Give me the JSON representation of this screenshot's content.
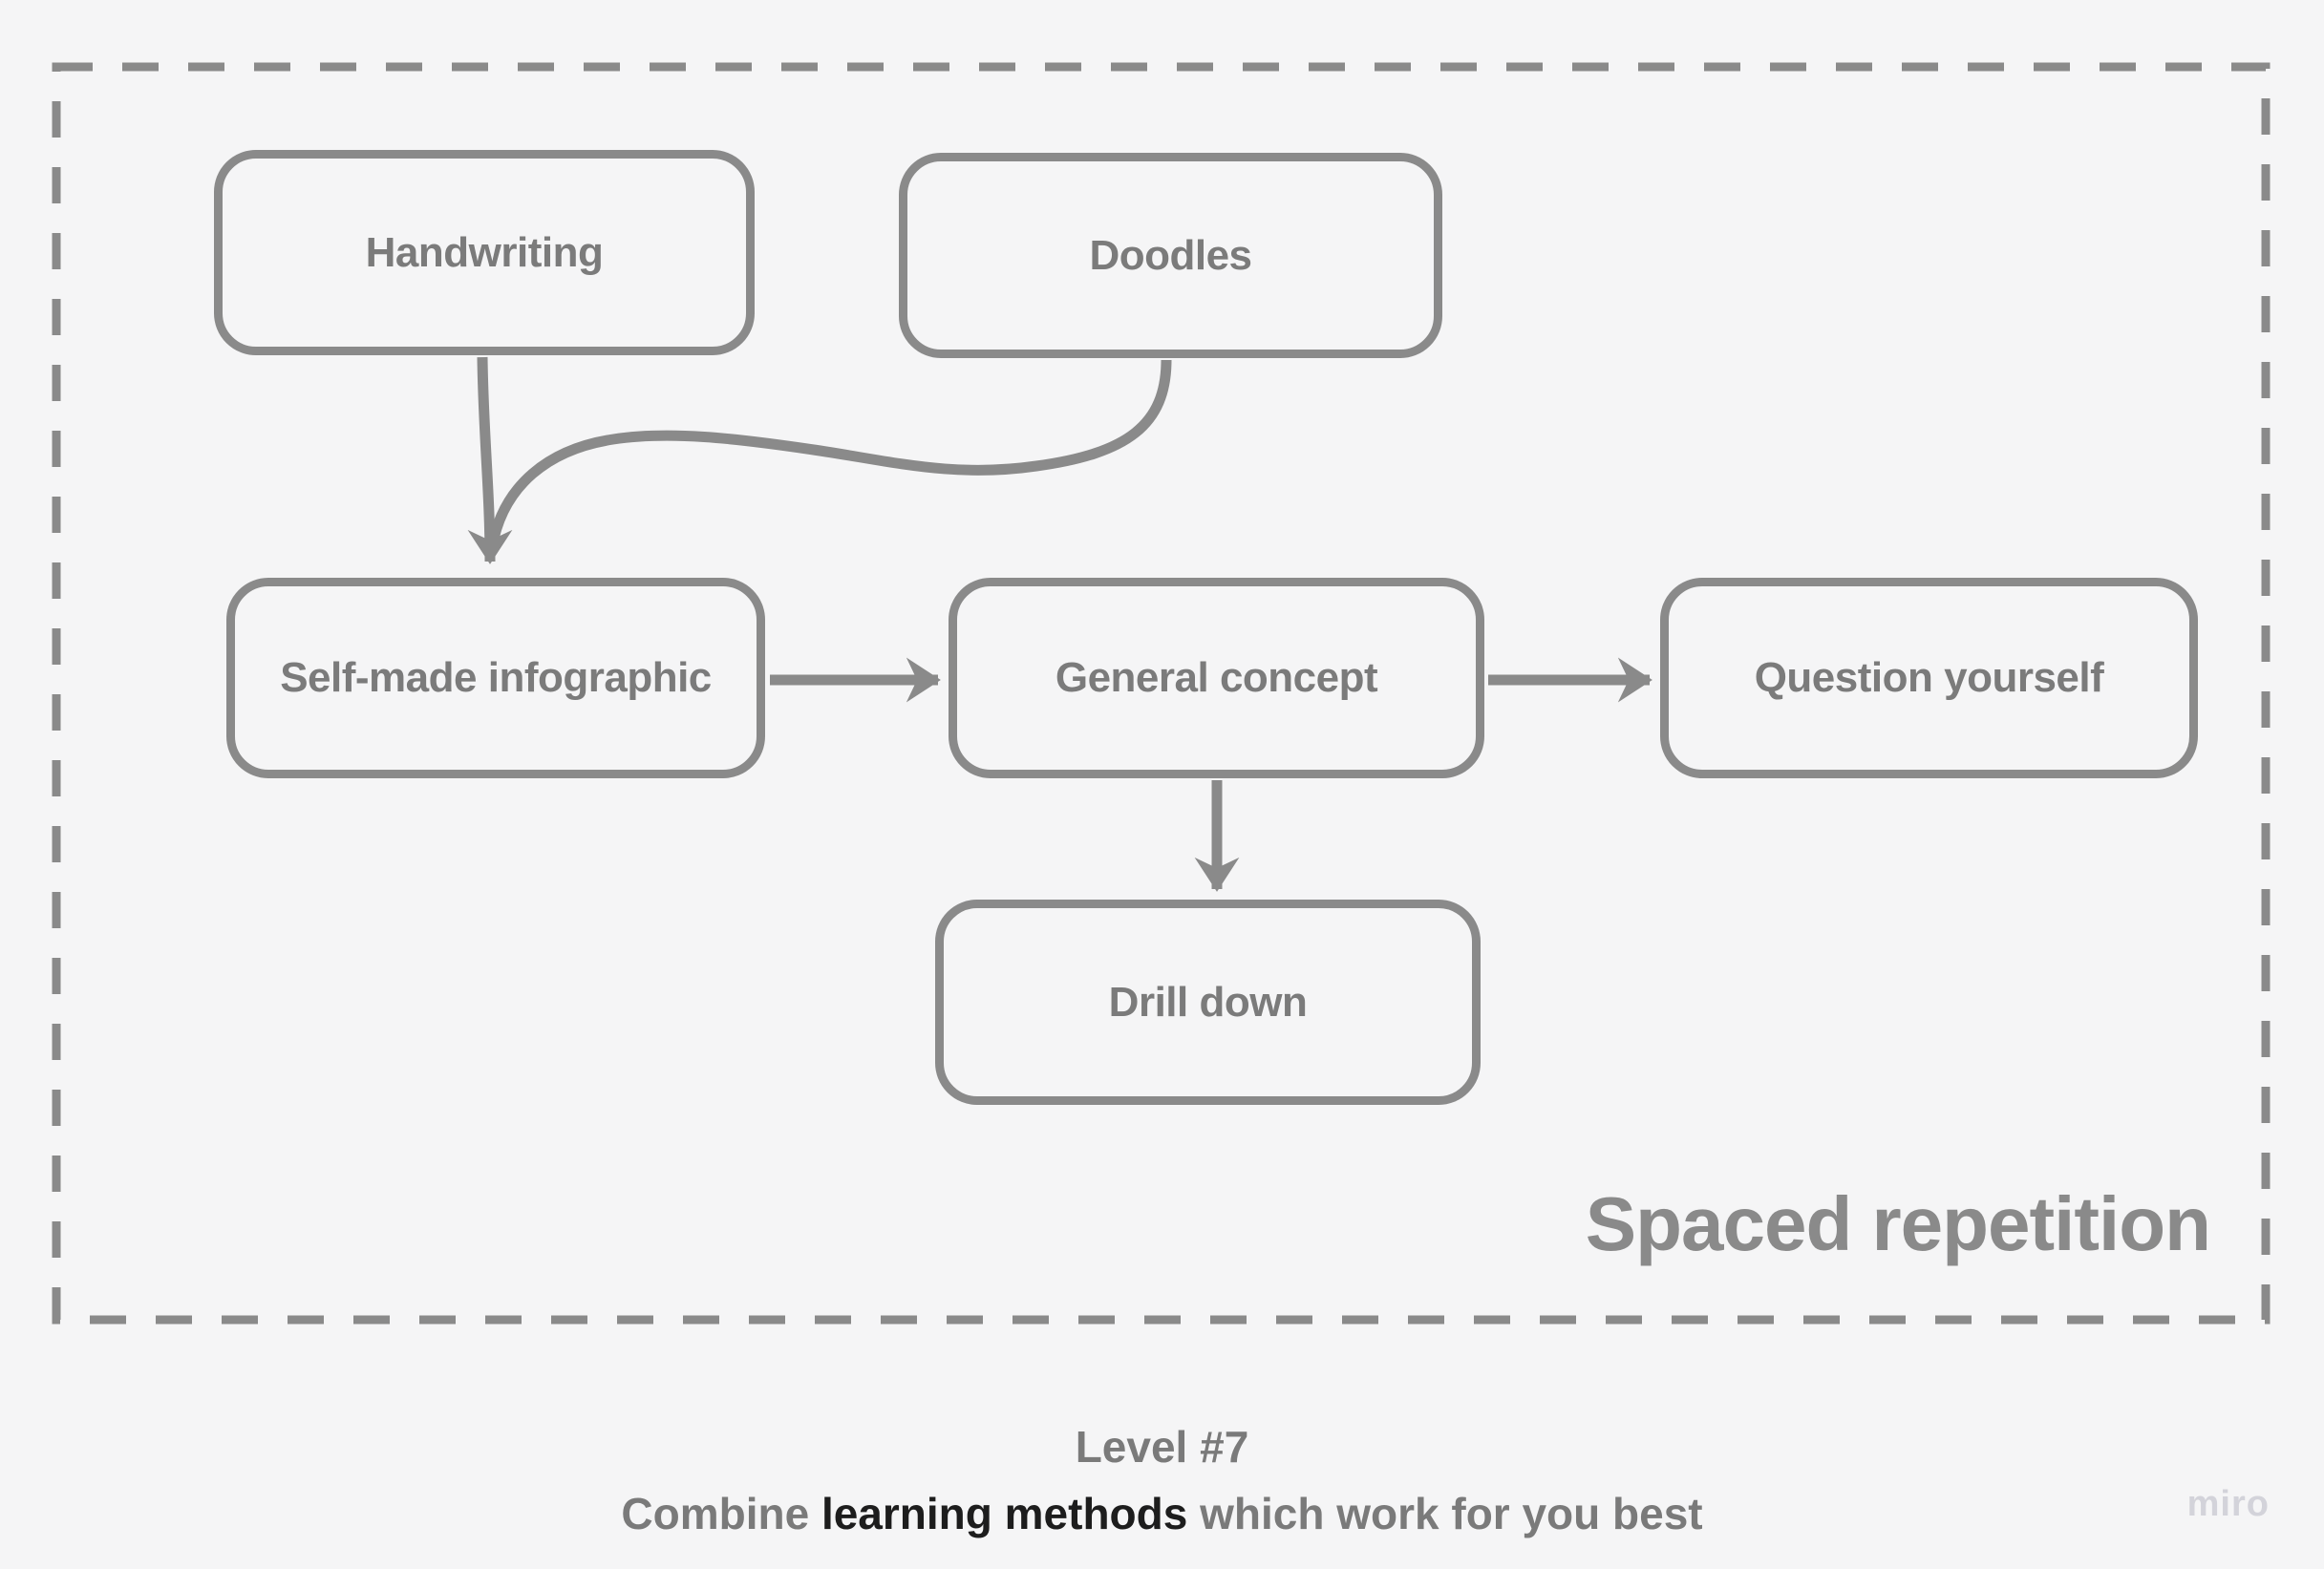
{
  "theme": {
    "background": "#f5f5f6",
    "line": "#8a8a8a",
    "node_text": "#7b7b7b",
    "title": "#8a8a8a",
    "caption": "#7a7a7a",
    "caption_emphasis": "#1d1d1d",
    "watermark": "#d3d3da"
  },
  "frame": {
    "title": "Spaced repetition"
  },
  "nodes": [
    {
      "id": "handwriting",
      "label": "Handwriting"
    },
    {
      "id": "doodles",
      "label": "Doodles"
    },
    {
      "id": "self-made-infographic",
      "label": "Self-made infographic"
    },
    {
      "id": "general-concept",
      "label": "General concept"
    },
    {
      "id": "question-yourself",
      "label": "Question yourself"
    },
    {
      "id": "drill-down",
      "label": "Drill down"
    }
  ],
  "edges": [
    {
      "from": "handwriting",
      "to": "self-made-infographic",
      "arrowhead": true
    },
    {
      "from": "doodles",
      "to": "self-made-infographic",
      "arrowhead": false
    },
    {
      "from": "self-made-infographic",
      "to": "general-concept",
      "arrowhead": true
    },
    {
      "from": "general-concept",
      "to": "question-yourself",
      "arrowhead": true
    },
    {
      "from": "general-concept",
      "to": "drill-down",
      "arrowhead": true
    }
  ],
  "caption": {
    "line1": "Level #7",
    "line2_parts": [
      {
        "text": "Combine ",
        "emphasis": false
      },
      {
        "text": "learning methods",
        "emphasis": true
      },
      {
        "text": " which work for you best",
        "emphasis": false
      }
    ]
  },
  "watermark": "miro"
}
